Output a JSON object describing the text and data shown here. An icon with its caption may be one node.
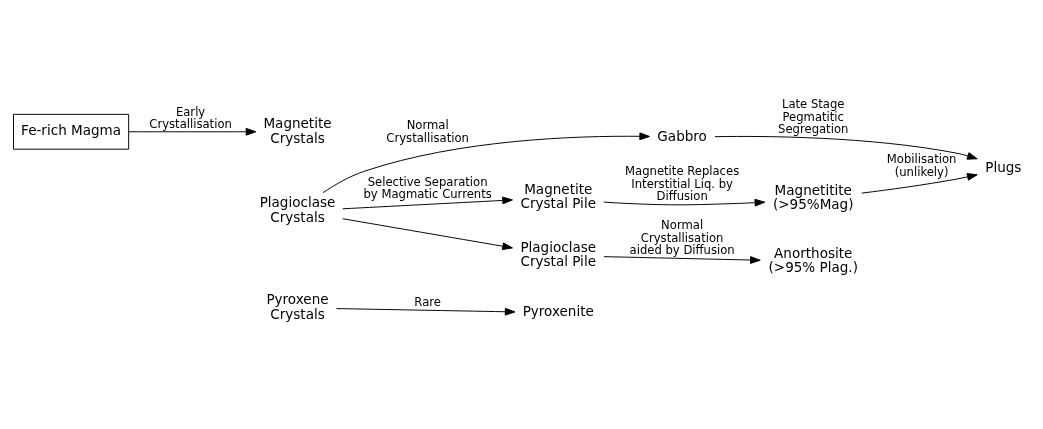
{
  "diagram": {
    "nodes": [
      {
        "text": [
          "Fe-rich Magma"
        ]
      },
      {
        "text": [
          "Magnetite Crystals"
        ]
      },
      {
        "text": [
          "Plagioclase Crystals"
        ]
      },
      {
        "text": [
          "Pyroxene Crystals"
        ]
      },
      {
        "text": [
          "Pyroxenite"
        ]
      },
      {
        "text": [
          "Gabbro"
        ]
      },
      {
        "text": [
          "Plugs"
        ]
      },
      {
        "text": [
          "Magnetite Crystal Pile"
        ]
      },
      {
        "text": [
          "Magnetitite (>95%Mag)"
        ]
      },
      {
        "text": [
          "Plagioclase Crystal Pile"
        ]
      },
      {
        "text": [
          "Anorthosite (>95% Plag.)"
        ]
      }
    ],
    "edges": [
      {
        "from": 0,
        "to": 1,
        "arrow": "to",
        "label": "Early Crystallisation"
      },
      {
        "from": 3,
        "to": 4,
        "arrow": "to",
        "label": "Rare"
      },
      {
        "from": 2,
        "to": 5,
        "arrow": "to",
        "label": "Normal Crystallisation"
      },
      {
        "from": 2,
        "to": 7,
        "arrow": "to",
        "label": "Selective Separation by Magmatic Currents"
      },
      {
        "from": 2,
        "to": 9,
        "arrow": "to"
      },
      {
        "from": 5,
        "to": 6,
        "arrow": "to",
        "label": "Late Stage Pegmatitic Segregation"
      },
      {
        "from": 7,
        "to": 8,
        "arrow": "to",
        "label": "Magnetite Replaces Interstitial Liq. by Diffusion"
      },
      {
        "from": 8,
        "to": 6,
        "arrow": "to",
        "label": "Mobilisation (unlikely)"
      },
      {
        "from": 9,
        "to": 10,
        "arrow": "to",
        "label": "Normal Crystallisation aided by Diffusion"
      }
    ]
  }
}
